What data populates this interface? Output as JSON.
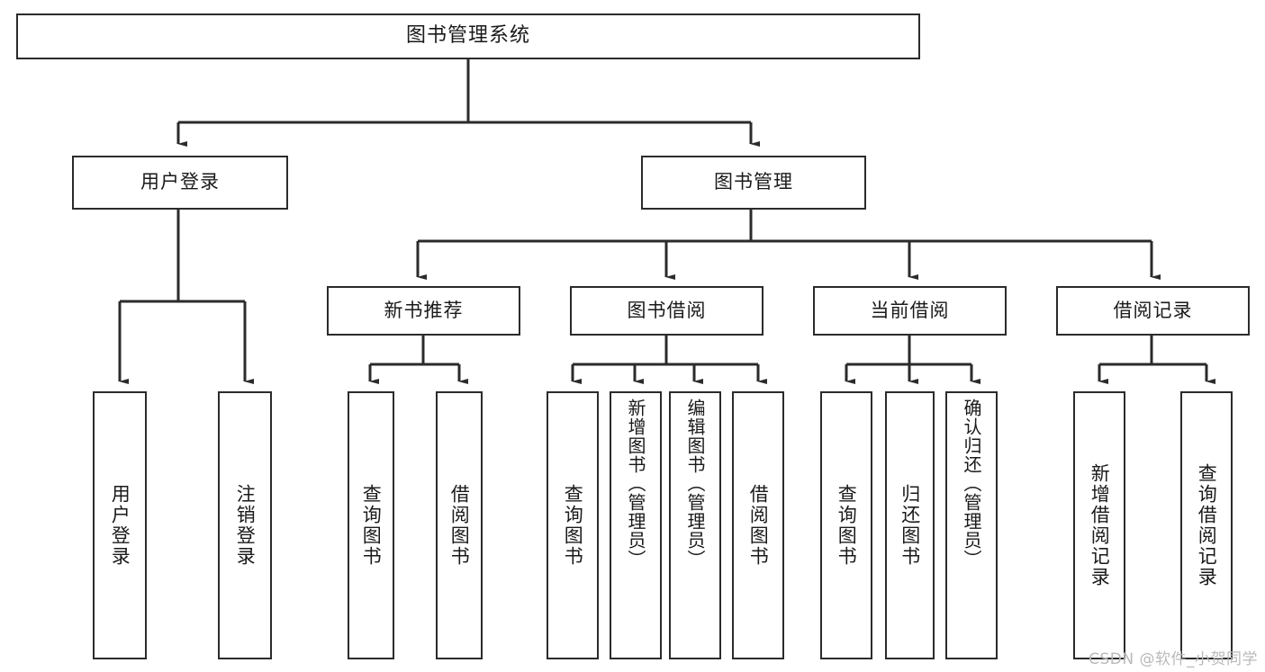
{
  "diagram": {
    "title": "图书管理系统",
    "type": "tree-hierarchy-diagram",
    "root": {
      "label": "图书管理系统"
    },
    "level2": [
      {
        "label": "用户登录"
      },
      {
        "label": "图书管理"
      }
    ],
    "level3": [
      {
        "label": "新书推荐"
      },
      {
        "label": "图书借阅"
      },
      {
        "label": "当前借阅"
      },
      {
        "label": "借阅记录"
      }
    ],
    "leaves": {
      "user_login": [
        {
          "label": "用户登录"
        },
        {
          "label": "注销登录"
        }
      ],
      "new_book_recommend": [
        {
          "label": "查询图书"
        },
        {
          "label": "借阅图书"
        }
      ],
      "book_borrow": [
        {
          "label": "查询图书"
        },
        {
          "label": "新增图书（管理员）"
        },
        {
          "label": "编辑图书（管理员）"
        },
        {
          "label": "借阅图书"
        }
      ],
      "current_borrow": [
        {
          "label": "查询图书"
        },
        {
          "label": "归还图书"
        },
        {
          "label": "确认归还（管理员）"
        }
      ],
      "borrow_record": [
        {
          "label": "新增借阅记录"
        },
        {
          "label": "查询借阅记录"
        }
      ]
    }
  },
  "watermark": {
    "text": "CSDN @软件_小贺同学"
  },
  "colors": {
    "stroke": "#2b2b2b",
    "background": "#ffffff",
    "text": "#1a1a1a",
    "watermark": "#b9b9b9"
  }
}
